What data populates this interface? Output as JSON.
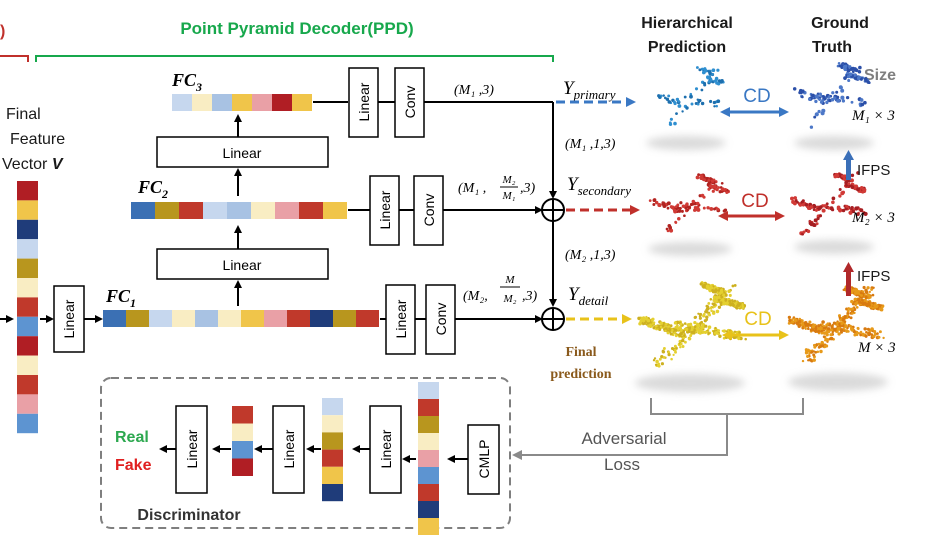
{
  "header": {
    "decoder_title": "Point Pyramid Decoder(PPD)",
    "left_bracket_fragment": ")",
    "hierarchical_prediction_line1": "Hierarchical",
    "hierarchical_prediction_line2": "Prediction",
    "ground_truth_line1": "Ground",
    "ground_truth_line2": "Truth",
    "size_label": "Size"
  },
  "feature": {
    "final_line1": "Final",
    "final_line2": "Feature",
    "final_line3a": "Vector ",
    "final_line3b": "V"
  },
  "blocks": {
    "linear": "Linear",
    "conv": "Conv",
    "cmlp": "CMLP"
  },
  "fc": {
    "fc3_base": "FC",
    "fc3_sub": "3",
    "fc2_base": "FC",
    "fc2_sub": "2",
    "fc1_base": "FC",
    "fc1_sub": "1"
  },
  "dims": {
    "d1": "(M₁ ,3)",
    "d2_pre": "(M₁ ,",
    "d2_num": "M₂",
    "d2_den": "M₁",
    "d2_post": ",3)",
    "d3_pre": "(M₂,",
    "d3_num": "M",
    "d3_den": "M₂",
    "d3_post": ",3)",
    "r1": "(M₁ ,1,3)",
    "r2": "(M₂ ,1,3)"
  },
  "outputs": {
    "primary_base": "Y",
    "primary_sub": "primary",
    "secondary_base": "Y",
    "secondary_sub": "secondary",
    "detail_base": "Y",
    "detail_sub": "detail",
    "final_prediction_line1": "Final",
    "final_prediction_line2": "prediction"
  },
  "losses": {
    "cd": "CD",
    "ifps": "IFPS",
    "size1": "M₁ × 3",
    "size2": "M₂ × 3",
    "size3": "M × 3",
    "adversarial_line1": "Adversarial",
    "adversarial_line2": "Loss"
  },
  "discriminator": {
    "title": "Discriminator",
    "real": "Real",
    "fake": "Fake"
  },
  "colors": {
    "decoder_green": "#17a84c",
    "primary_blue": "#3a78c4",
    "secondary_red": "#c0302b",
    "detail_yellow": "#e8c21a",
    "final_brown": "#8a5a1c",
    "gray_text": "#7f7f7f",
    "real_green": "#2ca84f",
    "fake_red": "#e02020"
  },
  "vectors": {
    "fc3": [
      "#c6d7ee",
      "#f9edc3",
      "#a8c2e3",
      "#f0c54a",
      "#e9a0a6",
      "#b01e24",
      "#f0c54a"
    ],
    "fc2": [
      "#3b70b4",
      "#b8961e",
      "#c0392b",
      "#c6d7ee",
      "#a8c2e3",
      "#f9edc3",
      "#e9a0a6",
      "#c0392b",
      "#f0c54a"
    ],
    "fc1": [
      "#3b70b4",
      "#b8961e",
      "#c6d7ee",
      "#f9edc3",
      "#a8c2e3",
      "#f9edc3",
      "#f0c54a",
      "#e9a0a6",
      "#c0392b",
      "#1f3c7a",
      "#b8961e",
      "#c0392b"
    ],
    "final": [
      "#b01e24",
      "#f0c54a",
      "#1f3c7a",
      "#c6d7ee",
      "#b8961e",
      "#f9edc3",
      "#c0392b",
      "#5d94d1",
      "#b01e24",
      "#f9edc3",
      "#c0392b",
      "#e9a0a6",
      "#5d94d1"
    ],
    "disc1": [
      "#c6d7ee",
      "#c0392b",
      "#b8961e",
      "#f9edc3",
      "#e9a0a6",
      "#5d94d1",
      "#c0392b",
      "#1f3c7a",
      "#f0c54a"
    ],
    "disc2": [
      "#c6d7ee",
      "#f9edc3",
      "#b8961e",
      "#c0392b",
      "#f0c54a",
      "#1f3c7a"
    ],
    "disc3": [
      "#c0392b",
      "#f9edc3",
      "#5d94d1",
      "#b01e24"
    ]
  }
}
